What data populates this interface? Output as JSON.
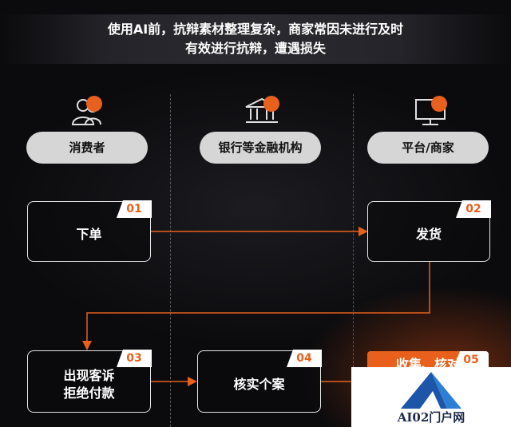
{
  "title": {
    "line1": "使用AI前，抗辩素材整理复杂，商家常因未进行及时",
    "line2": "有效进行抗辩，遭遇损失"
  },
  "roles": [
    {
      "label": "消费者",
      "icon": "people-icon"
    },
    {
      "label": "银行等金融机构",
      "icon": "bank-icon"
    },
    {
      "label": "平台/商家",
      "icon": "monitor-icon"
    }
  ],
  "steps": [
    {
      "num": "01",
      "label": "下单"
    },
    {
      "num": "02",
      "label": "发货"
    },
    {
      "num": "03",
      "label_line1": "出现客诉",
      "label_line2": "拒绝付款"
    },
    {
      "num": "04",
      "label": "核实个案"
    },
    {
      "num": "05",
      "label": "收集、核对"
    }
  ],
  "watermark": {
    "text": "AI02门户网"
  },
  "colors": {
    "accent": "#e8601c",
    "pill": "#d6d6d6",
    "background": "#0b0b0d"
  }
}
